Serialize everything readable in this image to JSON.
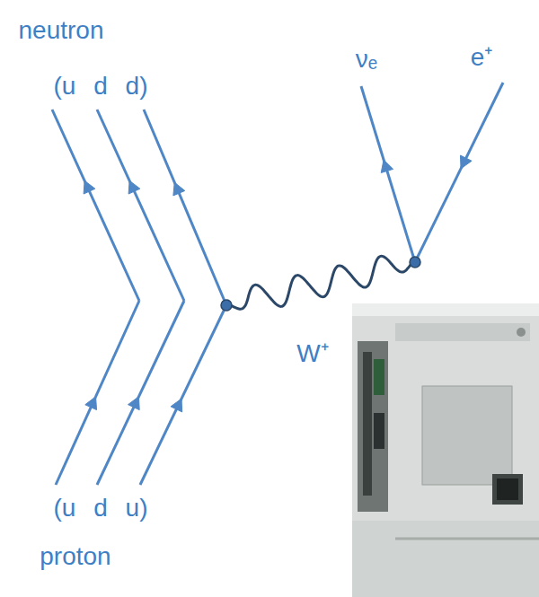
{
  "diagram": {
    "labels": [
      "neutron",
      "(u d d)",
      "νₑ",
      "e⁺",
      "W⁺",
      "(u d u)",
      "proton"
    ]
  }
}
